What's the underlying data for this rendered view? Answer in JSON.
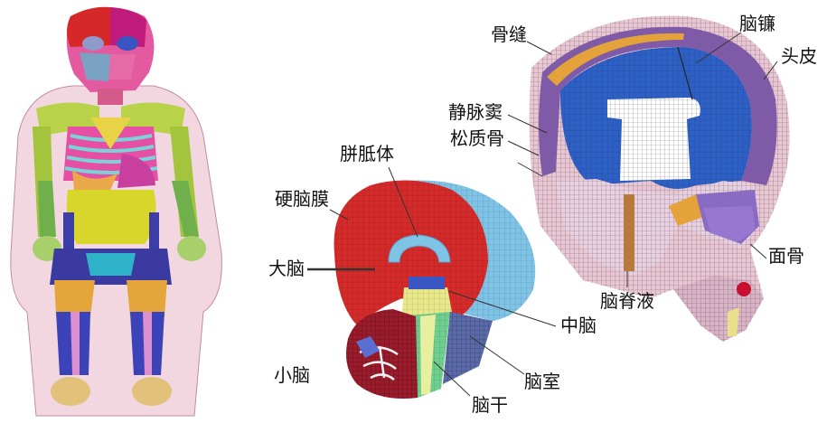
{
  "labels": {
    "suture": "骨缝",
    "falx": "脑镰",
    "scalp": "头皮",
    "venous_sinus": "静脉窦",
    "cancellous_bone": "松质骨",
    "corpus_callosum": "胼胝体",
    "dura": "硬脑膜",
    "cerebrum": "大脑",
    "facial_bone": "面骨",
    "csf": "脑脊液",
    "midbrain": "中脑",
    "cerebellum": "小脑",
    "ventricle": "脑室",
    "brainstem": "脑干"
  },
  "colors": {
    "cerebrum": "#d42a2a",
    "skin": "#e7b7c9",
    "brain_blue": "#2d5fc4",
    "light_blue": "#7fc3e6",
    "cerebellum": "#9a1b2b",
    "purple": "#8a6bc4",
    "pelvis_orange": "#e4a53b",
    "stomach_yellow": "#d8d62a"
  }
}
